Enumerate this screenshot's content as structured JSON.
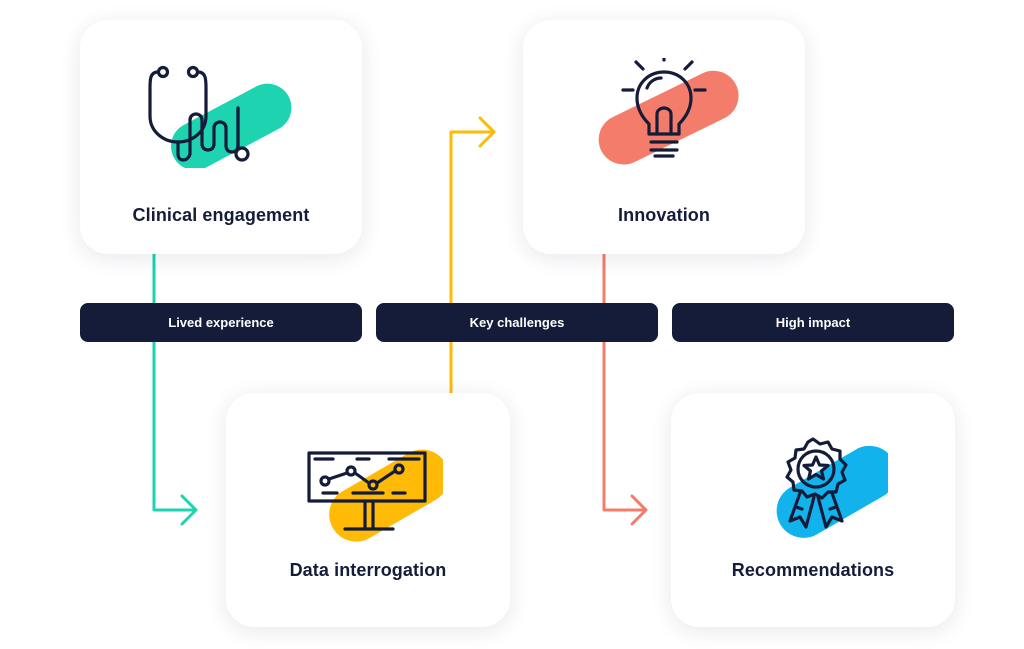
{
  "colors": {
    "teal": "#1dd3b0",
    "yellow": "#ffba08",
    "salmon": "#f47c6b",
    "blue": "#12b3ec",
    "navy": "#141c3a"
  },
  "cards": {
    "clinical": {
      "label": "Clinical engagement",
      "icon": "stethoscope-icon"
    },
    "innovation": {
      "label": "Innovation",
      "icon": "lightbulb-icon"
    },
    "data": {
      "label": "Data interrogation",
      "icon": "chart-monitor-icon"
    },
    "recommendations": {
      "label": "Recommendations",
      "icon": "award-ribbon-icon"
    }
  },
  "pills": {
    "lived": "Lived experience",
    "key": "Key challenges",
    "high": "High impact"
  }
}
